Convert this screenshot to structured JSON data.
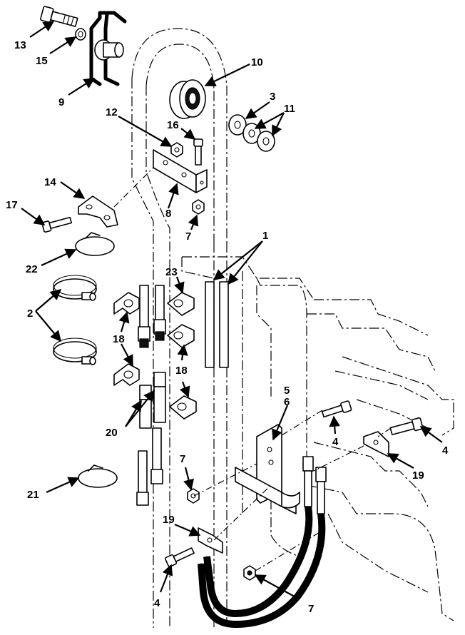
{
  "callouts": [
    {
      "id": "c13",
      "text": "13"
    },
    {
      "id": "c15",
      "text": "15"
    },
    {
      "id": "c9",
      "text": "9"
    },
    {
      "id": "c10",
      "text": "10"
    },
    {
      "id": "c3",
      "text": "3"
    },
    {
      "id": "c11",
      "text": "11"
    },
    {
      "id": "c12",
      "text": "12"
    },
    {
      "id": "c16",
      "text": "16"
    },
    {
      "id": "c14",
      "text": "14"
    },
    {
      "id": "c8",
      "text": "8"
    },
    {
      "id": "c17",
      "text": "17"
    },
    {
      "id": "c7a",
      "text": "7"
    },
    {
      "id": "c22",
      "text": "22"
    },
    {
      "id": "c1",
      "text": "1"
    },
    {
      "id": "c23",
      "text": "23"
    },
    {
      "id": "c2",
      "text": "2"
    },
    {
      "id": "c18a",
      "text": "18"
    },
    {
      "id": "c18b",
      "text": "18"
    },
    {
      "id": "c5",
      "text": "5"
    },
    {
      "id": "c6",
      "text": "6"
    },
    {
      "id": "c20",
      "text": "20"
    },
    {
      "id": "c4a",
      "text": "4"
    },
    {
      "id": "c4b",
      "text": "4"
    },
    {
      "id": "c7b",
      "text": "7"
    },
    {
      "id": "c19a",
      "text": "19"
    },
    {
      "id": "c21",
      "text": "21"
    },
    {
      "id": "c19b",
      "text": "19"
    },
    {
      "id": "c4c",
      "text": "4"
    },
    {
      "id": "c7c",
      "text": "7"
    }
  ]
}
